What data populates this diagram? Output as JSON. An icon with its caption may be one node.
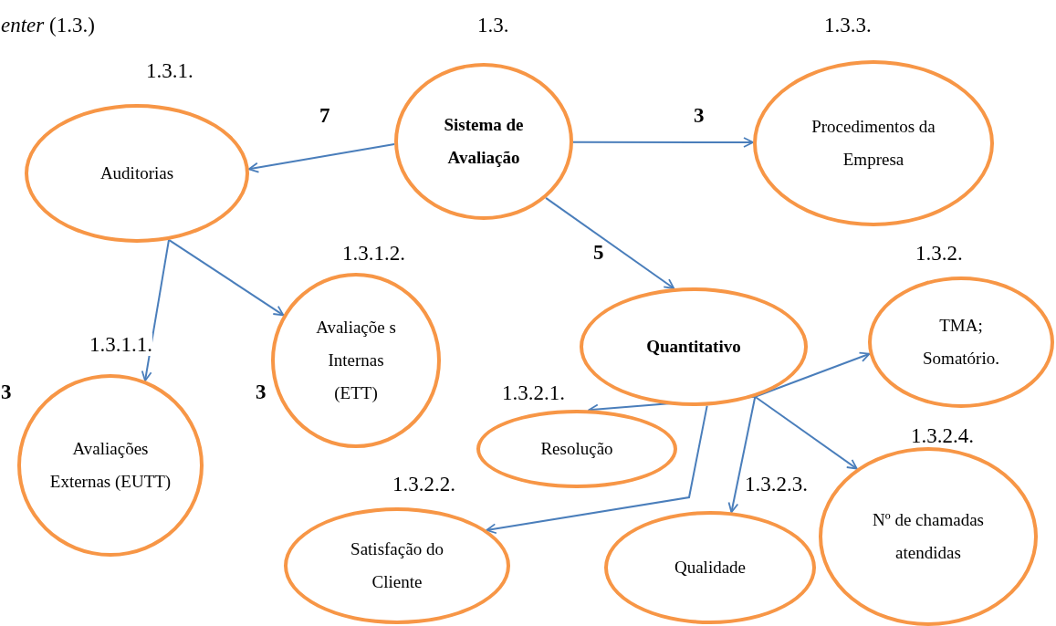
{
  "diagram": {
    "nodes": [
      {
        "text": [
          "Sistema de Avaliação"
        ]
      },
      {
        "text": [
          "Auditorias"
        ]
      },
      {
        "text": [
          "Procedimentos da Empresa"
        ]
      },
      {
        "text": [
          "Avaliaçõe s Internas (ETT)"
        ],
        "beside": [
          "3"
        ]
      },
      {
        "text": [
          "Quantitativo"
        ]
      },
      {
        "text": [
          "TMA; Somatório."
        ]
      },
      {
        "text": [
          "Avaliações Externas (EUTT)"
        ],
        "beside": [
          "3"
        ]
      },
      {
        "text": [
          "Resolução"
        ]
      },
      {
        "text": [
          "Satisfação do Cliente"
        ]
      },
      {
        "text": [
          "Qualidade"
        ]
      },
      {
        "text": [
          "Nº de chamadas atendidas"
        ]
      }
    ],
    "edges": [
      {
        "from": 0,
        "to": 1,
        "arrow": "to",
        "label": "7"
      },
      {
        "from": 0,
        "to": 2,
        "arrow": "to",
        "label": "3"
      },
      {
        "from": 0,
        "to": 4,
        "arrow": "to",
        "label": "5"
      },
      {
        "from": 1,
        "to": 6,
        "arrow": "to"
      },
      {
        "from": 1,
        "to": 3,
        "arrow": "to"
      },
      {
        "from": 4,
        "to": 5,
        "arrow": "to"
      },
      {
        "from": 4,
        "to": 7,
        "arrow": "to"
      },
      {
        "from": 4,
        "to": 8,
        "arrow": "to"
      },
      {
        "from": 4,
        "to": 9,
        "arrow": "to"
      },
      {
        "from": 4,
        "to": 10,
        "arrow": "to"
      }
    ],
    "labels": [
      "*enter* (1.3.)",
      "1.3.",
      "1.3.3.",
      "1.3.1.",
      "1.3.1.2.",
      "1.3.2.",
      "1.3.1.1.",
      "1.3.2.1.",
      "1.3.2.4.",
      "1.3.2.2.",
      "1.3.2.3."
    ]
  }
}
